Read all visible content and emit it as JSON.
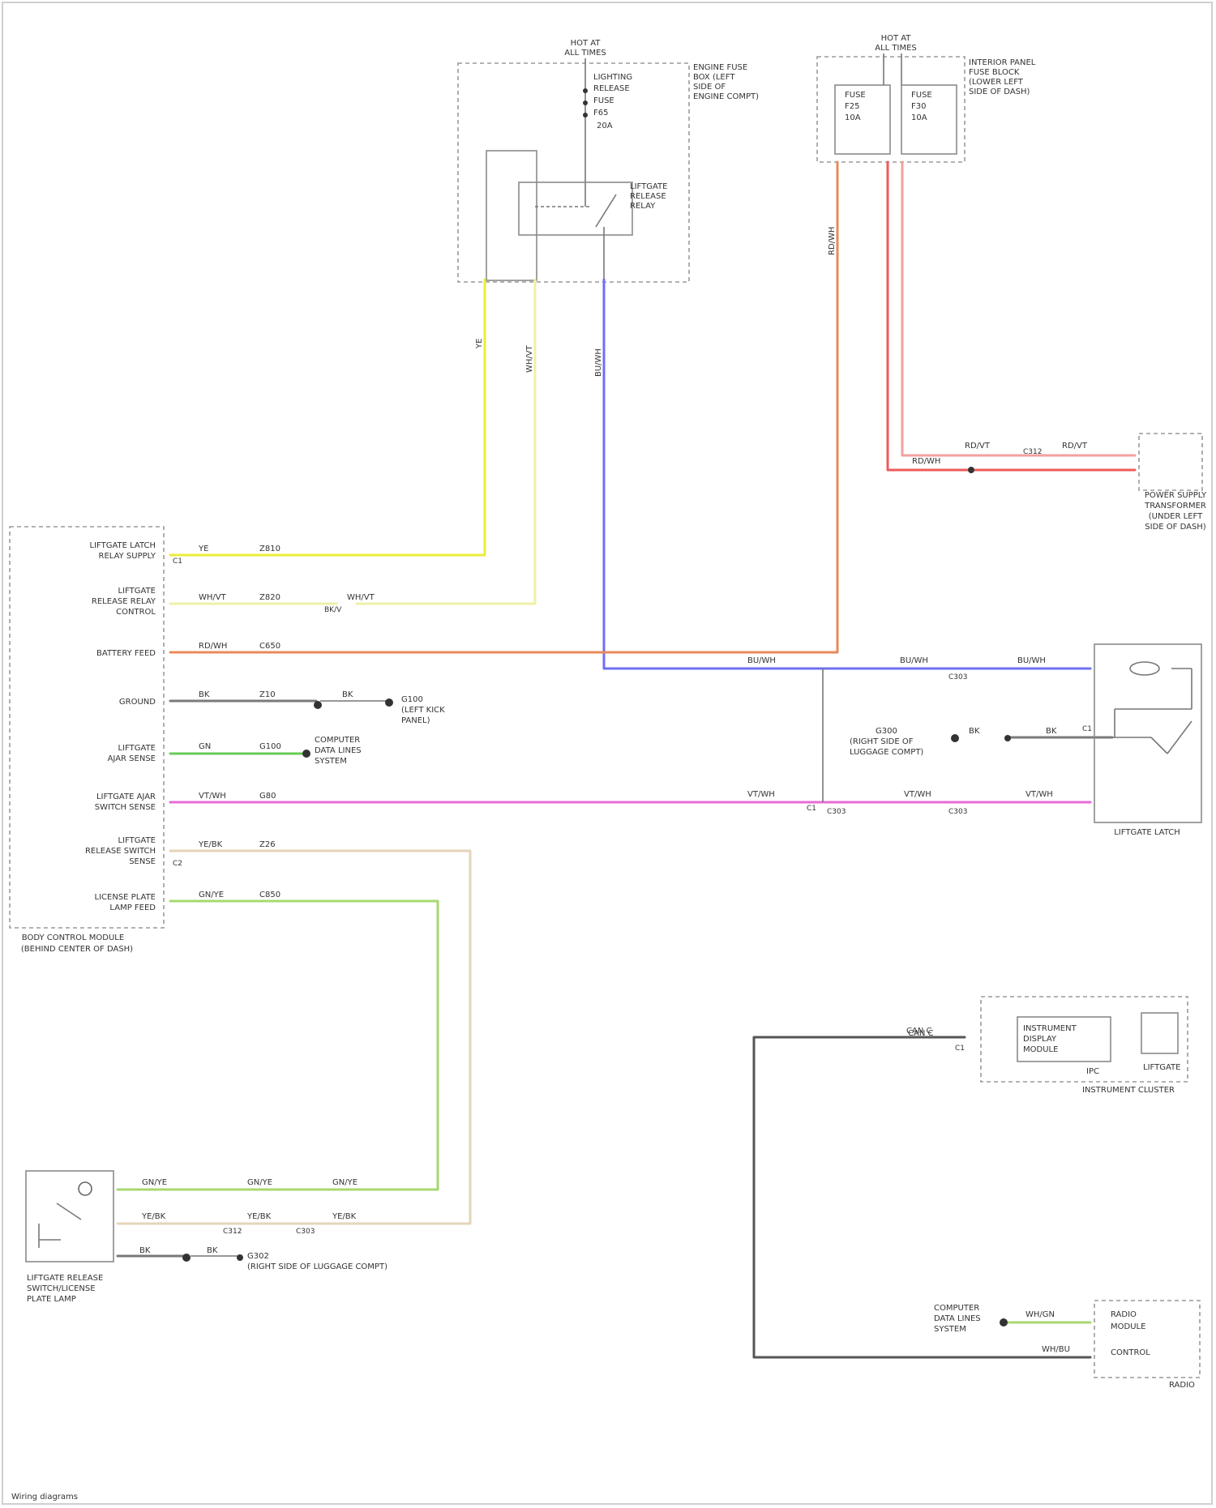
{
  "colors": {
    "yellow": "#ecec3a",
    "light_yellow": "#eef0a8",
    "orange": "#e98a5a",
    "blue": "#6f6ff0",
    "gray": "#7a7a7a",
    "dark_gray": "#555555",
    "green": "#66cc55",
    "pink": "#e86bd6",
    "tan": "#e4d4b8",
    "light_green": "#a7d870",
    "red": "#ef5a5a",
    "light_red": "#f2a0a0"
  },
  "top_fuse_box": {
    "title_lines": [
      "HOT AT",
      "ALL TIMES"
    ],
    "fuse_lines": [
      "LIGHTING",
      "RELEASE",
      "FUSE",
      "F65",
      "20A"
    ],
    "label_lines": [
      "ENGINE FUSE",
      "BOX (LEFT",
      "SIDE OF",
      "ENGINE COMPT)"
    ],
    "relay_lines": [
      "LIFTGATE",
      "RELEASE",
      "RELAY"
    ]
  },
  "right_fuse_box": {
    "title_lines": [
      "HOT AT",
      "ALL TIMES"
    ],
    "fuse_a_lines": [
      "FUSE",
      "F25",
      "10A"
    ],
    "fuse_b_lines": [
      "FUSE",
      "F30",
      "10A"
    ],
    "label_lines": [
      "INTERIOR PANEL",
      "FUSE BLOCK",
      "(LOWER LEFT",
      "SIDE OF DASH)"
    ]
  },
  "body_module": {
    "rows": [
      {
        "label_lines": [
          "LIFTGATE LATCH",
          "RELAY SUPPLY"
        ],
        "wire": "YE",
        "circuit": "Z810"
      },
      {
        "label_lines": [
          "LIFTGATE",
          "RELEASE RELAY",
          "CONTROL"
        ],
        "wire": "WH/VT",
        "circuit": "Z820"
      },
      {
        "label_lines": [
          "BATTERY FEED"
        ],
        "wire": "RD/WH",
        "circuit": "C650"
      },
      {
        "label_lines": [
          "GROUND"
        ],
        "wire": "BK",
        "circuit": "Z10"
      },
      {
        "label_lines": [
          "LIFTGATE",
          "AJAR SENSE"
        ],
        "wire": "GN",
        "circuit": "G100"
      },
      {
        "label_lines": [
          "LIFTGATE AJAR",
          "SWITCH SENSE"
        ],
        "wire": "VT/WH",
        "circuit": "G80"
      },
      {
        "label_lines": [
          "LIFTGATE",
          "RELEASE SWITCH",
          "SENSE"
        ],
        "wire": "YE/BK",
        "circuit": "Z26"
      },
      {
        "label_lines": [
          "LICENSE PLATE",
          "LAMP FEED"
        ],
        "wire": "GN/YE",
        "circuit": "C850"
      }
    ],
    "label_lines": [
      "BODY CONTROL MODULE",
      "(BEHIND CENTER OF DASH)"
    ]
  },
  "wire_labels": {
    "yellow_vert": "YE",
    "ltyellow_vert": "WH/VT",
    "blue_vert": "BU/WH",
    "orange_vert": "RD/WH",
    "blue_horiz_a": "BU/WH",
    "blue_horiz_b": "BU/WH",
    "blue_horiz_c": "BU/WH",
    "splice_wire": "BK/V",
    "pink_a": "VT/WH",
    "pink_b": "VT/WH",
    "pink_c": "VT/WH",
    "relay_out": "WH/VT",
    "ground_bk1": "BK",
    "ground_bk2": "BK",
    "latch_bk1": "BK",
    "latch_bk2": "BK",
    "red_a": "RD/VT",
    "red_b": "RD/VT",
    "red_c": "RD/WH",
    "sw_a1": "GN/YE",
    "sw_a2": "GN/YE",
    "sw_a3": "GN/YE",
    "sw_b1": "YE/BK",
    "sw_b2": "YE/BK",
    "sw_b3": "YE/BK",
    "sw_gnd1": "BK",
    "sw_gnd2": "BK",
    "can_a": "CAN C",
    "can_b": "WH/GN",
    "can_c": "WH/BU",
    "cluster_wire": "CAN C"
  },
  "ground_labels": {
    "g_bcm": [
      "G100",
      "(LEFT KICK",
      "PANEL)"
    ],
    "g_latch": [
      "G300",
      "(RIGHT SIDE OF",
      "LUGGAGE COMPT)"
    ],
    "g_switch": [
      "G302",
      "(RIGHT SIDE OF LUGGAGE COMPT)"
    ],
    "g_ajar_note": [
      "COMPUTER",
      "DATA LINES",
      "SYSTEM"
    ]
  },
  "connector_ids": {
    "c_bcm_a": "C1",
    "c_bcm_b": "C2",
    "c_latch": "C1",
    "c_pink": "C303",
    "c_blue": "C303",
    "c_relay_a": "C1",
    "c_red": "C312",
    "c_sw_a": "C312",
    "c_sw_b": "C303",
    "c_cluster": "C1"
  },
  "latch": {
    "label_lines": [
      "LIFTGATE LATCH"
    ]
  },
  "power_dist": {
    "label_lines": [
      "POWER SUPPLY",
      "TRANSFORMER",
      "(UNDER LEFT",
      "SIDE OF DASH)"
    ]
  },
  "cluster": {
    "inner_lines": [
      "INSTRUMENT",
      "DISPLAY",
      "MODULE"
    ],
    "side_label": "LIFTGATE",
    "ipc_label": "IPC",
    "label_lines": [
      "INSTRUMENT CLUSTER"
    ]
  },
  "radio": {
    "inner_lines": [
      "RADIO",
      "MODULE",
      "CONTROL"
    ],
    "label": "RADIO",
    "data_lines": [
      "COMPUTER",
      "DATA LINES",
      "SYSTEM"
    ]
  },
  "switch": {
    "label_lines": [
      "LIFTGATE RELEASE",
      "SWITCH/LICENSE",
      "PLATE LAMP"
    ]
  },
  "footer": "Wiring diagrams"
}
